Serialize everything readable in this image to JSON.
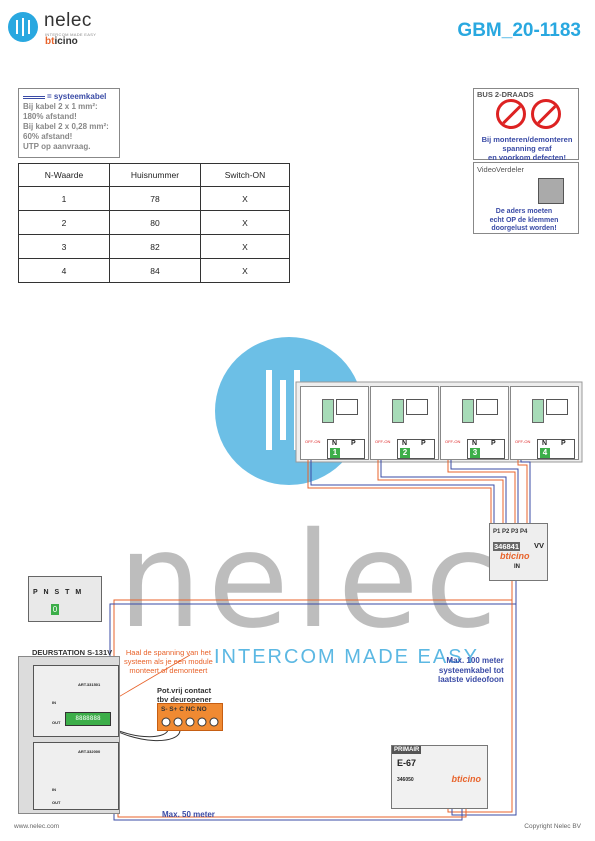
{
  "header": {
    "brand": "nelec",
    "brand_tagline": "INTERCOM MADE EASY",
    "sub_brand_prefix": "bt",
    "sub_brand_suffix": "icino",
    "title": "GBM_20-1183"
  },
  "cable_note": {
    "legend": "= systeemkabel",
    "lines": [
      "Bij kabel 2 x 1 mm²:",
      "180% afstand!",
      "Bij kabel 2 x 0,28 mm²:",
      "60% afstand!",
      "UTP op aanvraag."
    ]
  },
  "table": {
    "headers": [
      "N-Waarde",
      "Huisnummer",
      "Switch-ON"
    ],
    "rows": [
      [
        "1",
        "78",
        "X"
      ],
      [
        "2",
        "80",
        "X"
      ],
      [
        "3",
        "82",
        "X"
      ],
      [
        "4",
        "84",
        "X"
      ]
    ]
  },
  "bus_box": {
    "title": "BUS 2-DRAADS",
    "text_lines": [
      "Bij monteren/demonteren",
      "spanning eraf",
      "en voorkom defecten!"
    ]
  },
  "vv_box": {
    "title": "VideoVerdeler",
    "text_lines": [
      "De aders moeten",
      "echt OP de klemmen",
      "doorgelust worden!"
    ]
  },
  "watermark": {
    "text": "nelec",
    "tagline": "INTERCOM MADE EASY"
  },
  "monitors": [
    {
      "n": "N",
      "p": "P",
      "num": "1",
      "off": "OFF-ON"
    },
    {
      "n": "N",
      "p": "P",
      "num": "2",
      "off": "OFF-ON"
    },
    {
      "n": "N",
      "p": "P",
      "num": "3",
      "off": "OFF-ON"
    },
    {
      "n": "N",
      "p": "P",
      "num": "4",
      "off": "OFF-ON"
    }
  ],
  "video_distributor": {
    "ports": "P1 P2 P3 P4",
    "code": "346841",
    "label": "VV",
    "brand": "bticino",
    "input": "IN"
  },
  "door_station": {
    "label": "DEURSTATION S-131V",
    "terminal_labels": "P N S T M",
    "terminal_num": "0",
    "connector_text": "8888888",
    "module1_code": "ART.331501",
    "module2_code": "ART.332000",
    "in_label": "IN",
    "out_label": "OUT"
  },
  "warning_orange": [
    "Haal de spanning van het",
    "systeem als je een module",
    "monteert of demonteert"
  ],
  "pot_contact": {
    "lines": [
      "Pot.vrij contact",
      "tbv deuropener"
    ],
    "relay_label": "S- S+ C NC NO"
  },
  "power_supply": {
    "primary": "PRIMAIR",
    "name": "E-67",
    "code": "346050",
    "brand": "bticino"
  },
  "notes": {
    "max100": [
      "Max. 100 meter",
      "systeemkabel tot",
      "laatste videofoon"
    ],
    "max50": "Max. 50 meter"
  },
  "footer": {
    "url": "www.nelec.com",
    "copyright": "Copyright Nelec BV"
  },
  "colors": {
    "accent_blue": "#29a8e0",
    "cable_blue": "#3a4ba6",
    "cable_orange": "#e8632b",
    "terminal_green": "#3cae49",
    "warning_red": "#dd2222"
  }
}
